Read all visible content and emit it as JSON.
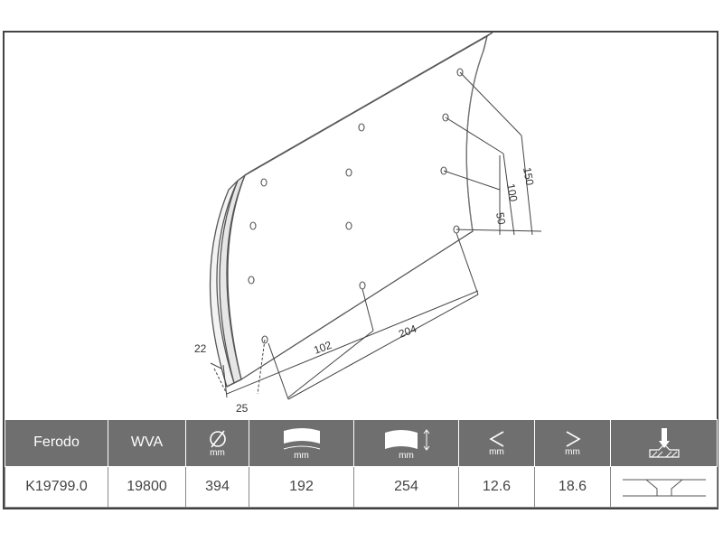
{
  "drawing": {
    "dim_22": "22",
    "dim_25": "25",
    "dim_102": "102",
    "dim_204": "204",
    "dim_50": "50",
    "dim_100": "100",
    "dim_150": "150"
  },
  "table": {
    "headers": {
      "brand": "Ferodo",
      "wva": "WVA",
      "diameter_unit": "mm",
      "width_unit": "mm",
      "length_unit": "mm",
      "min_unit": "mm",
      "max_unit": "mm"
    },
    "values": {
      "brand": "K19799.0",
      "wva": "19800",
      "diameter": "394",
      "width": "192",
      "length": "254",
      "min_thickness": "12.6",
      "max_thickness": "18.6"
    },
    "icons": [
      "diameter-icon",
      "width-arc-icon",
      "length-arc-icon",
      "less-than-icon",
      "greater-than-icon",
      "countersink-drill-icon",
      "rivet-hole-profile-icon"
    ]
  }
}
